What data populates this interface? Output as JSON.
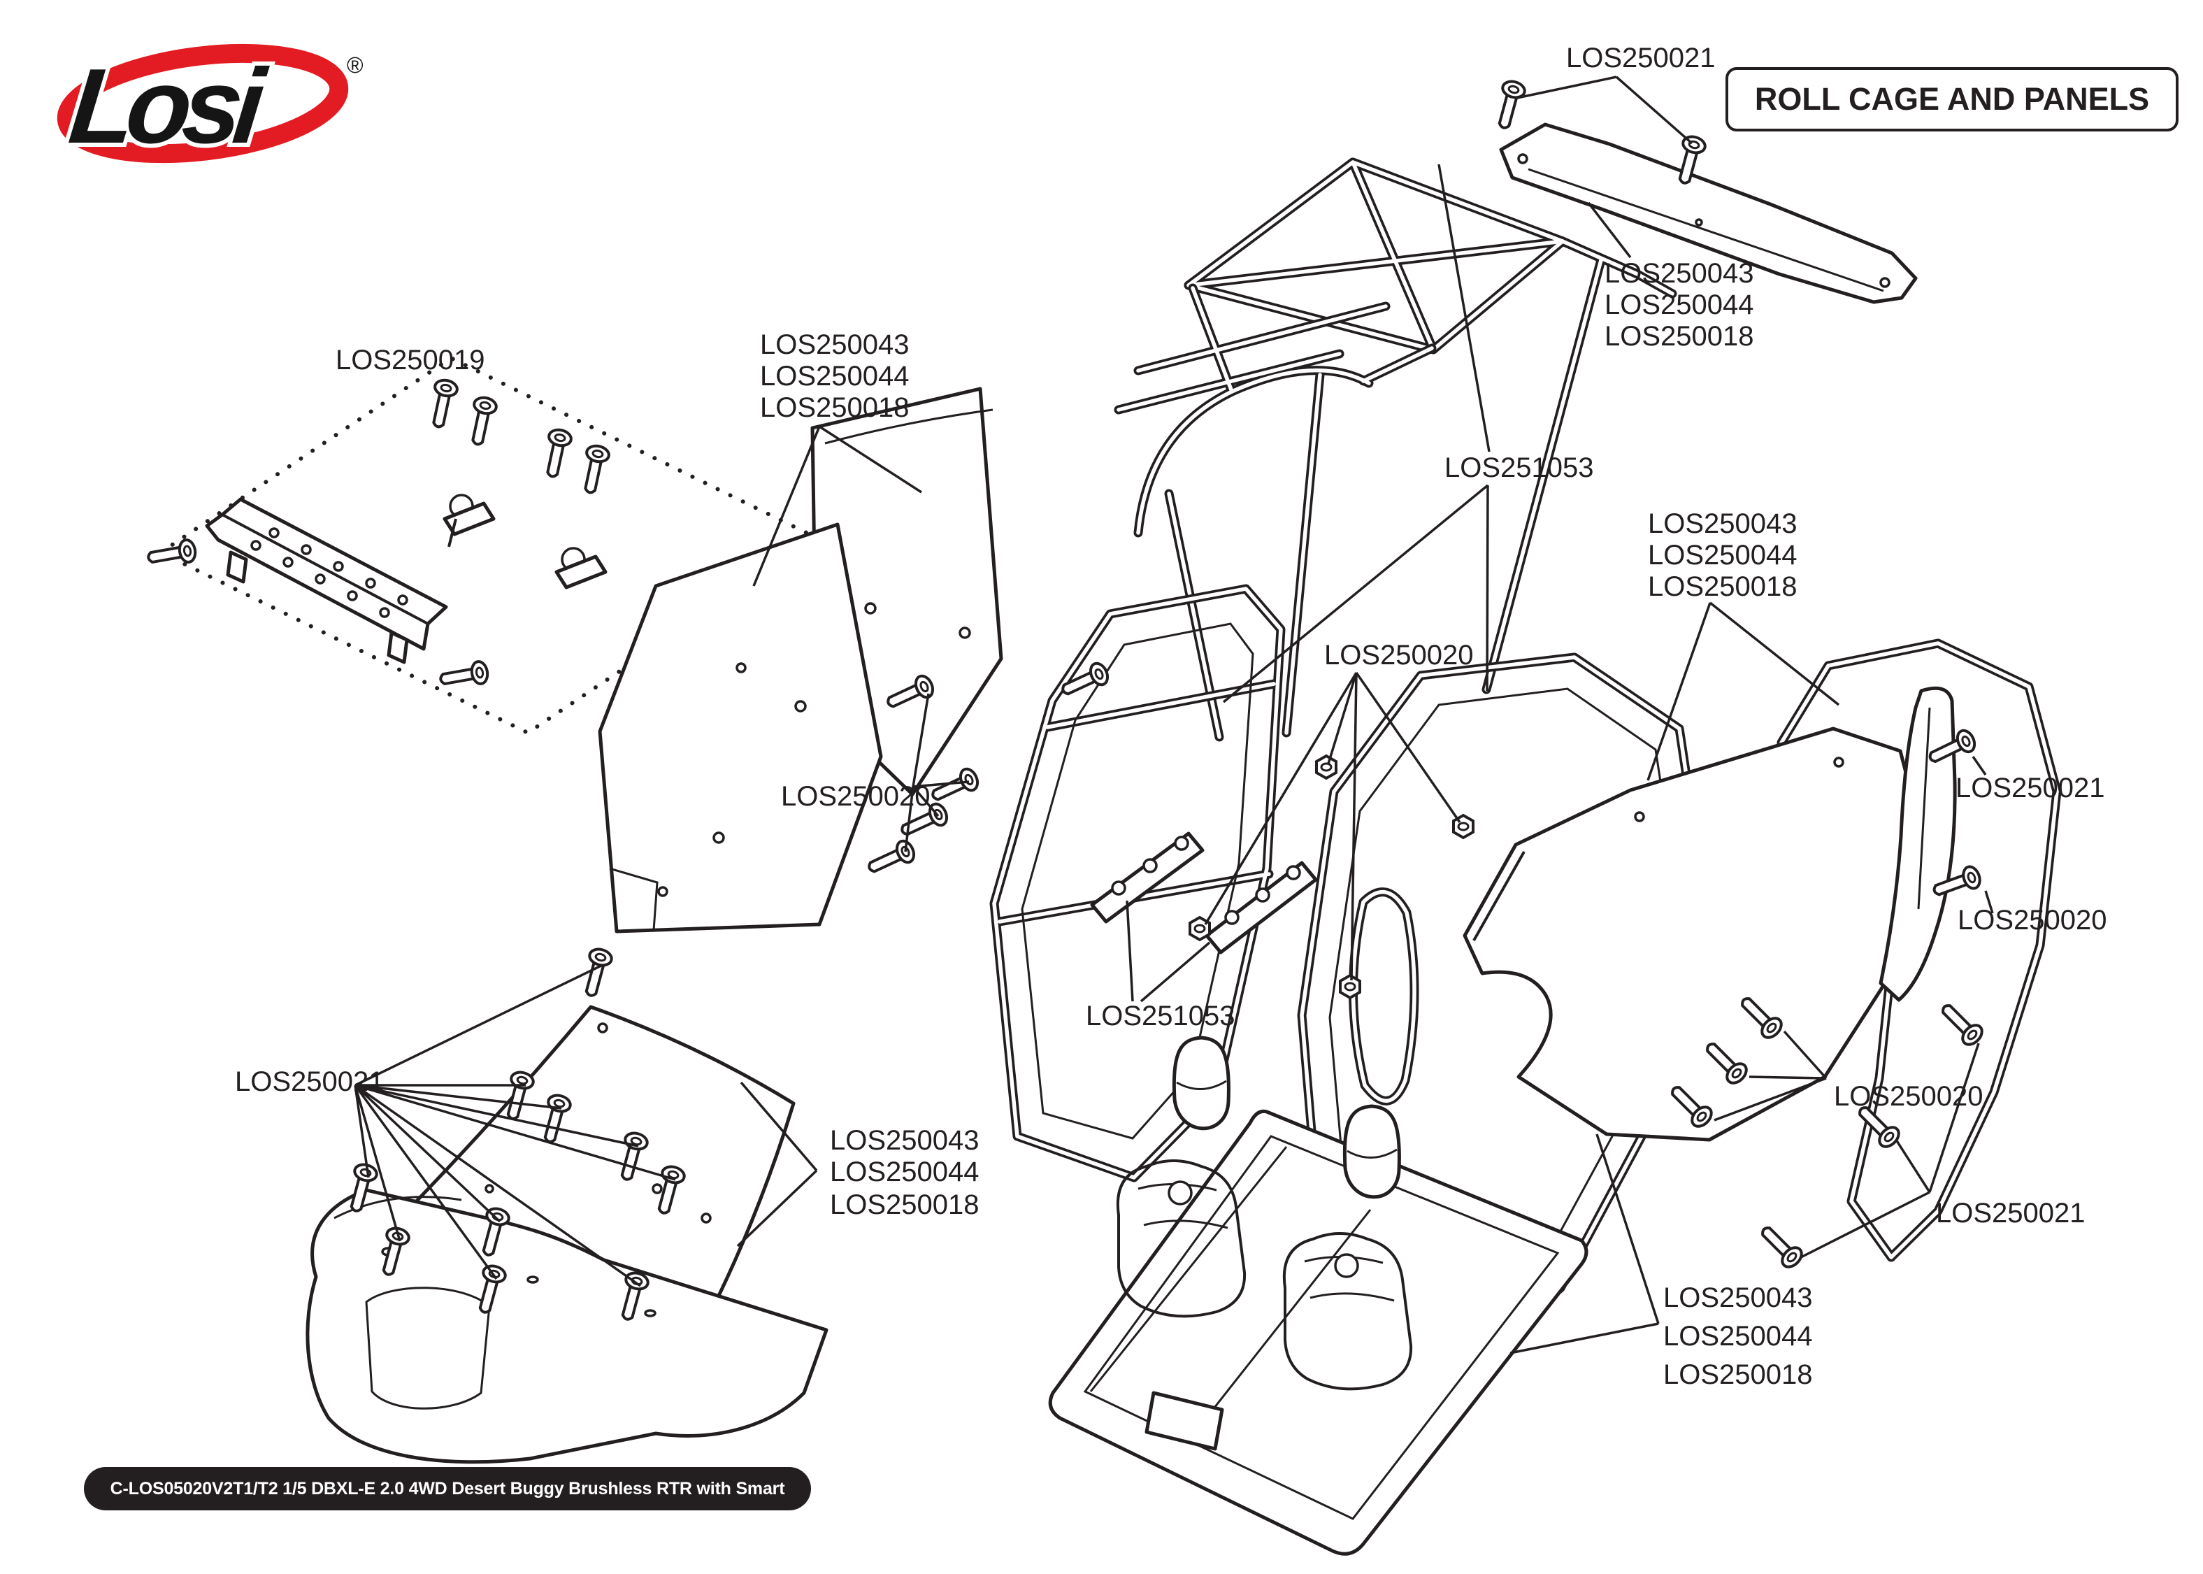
{
  "header": {
    "brand_logo_text": "Losi",
    "registered_mark": "®",
    "title": "ROLL CAGE AND PANELS"
  },
  "footer": {
    "model_code_badge": "C-LOS05020V2T1/T2 1/5 DBXL-E 2.0 4WD Desert Buggy Brushless RTR with Smart"
  },
  "colors": {
    "line": "#231f20",
    "brand_red": "#e31c23",
    "badge_bg": "#231f20",
    "badge_text": "#ffffff",
    "paper": "#ffffff"
  },
  "part_labels": {
    "top_screws": "LOS250021",
    "top_panel_stack": [
      "LOS250043",
      "LOS250044",
      "LOS250018"
    ],
    "light_bar": "LOS250019",
    "left_panel_stack": [
      "LOS250043",
      "LOS250044",
      "LOS250018"
    ],
    "mid_screws": "LOS250020",
    "cage_top": "LOS251053",
    "cage_nuts": "LOS250020",
    "right_panel_stack": [
      "LOS250043",
      "LOS250044",
      "LOS250018"
    ],
    "right_screw_upper": "LOS250021",
    "right_screw_lower": "LOS250020",
    "lower_right_screws": "LOS250020",
    "lower_right_screws_2": "LOS250021",
    "lower_right_stack": [
      "LOS250043",
      "LOS250044",
      "LOS250018"
    ],
    "lower_left_screws": "LOS250021",
    "lower_left_stack": [
      "LOS250043",
      "LOS250044",
      "LOS250018"
    ],
    "seat_rails": "LOS251053"
  }
}
